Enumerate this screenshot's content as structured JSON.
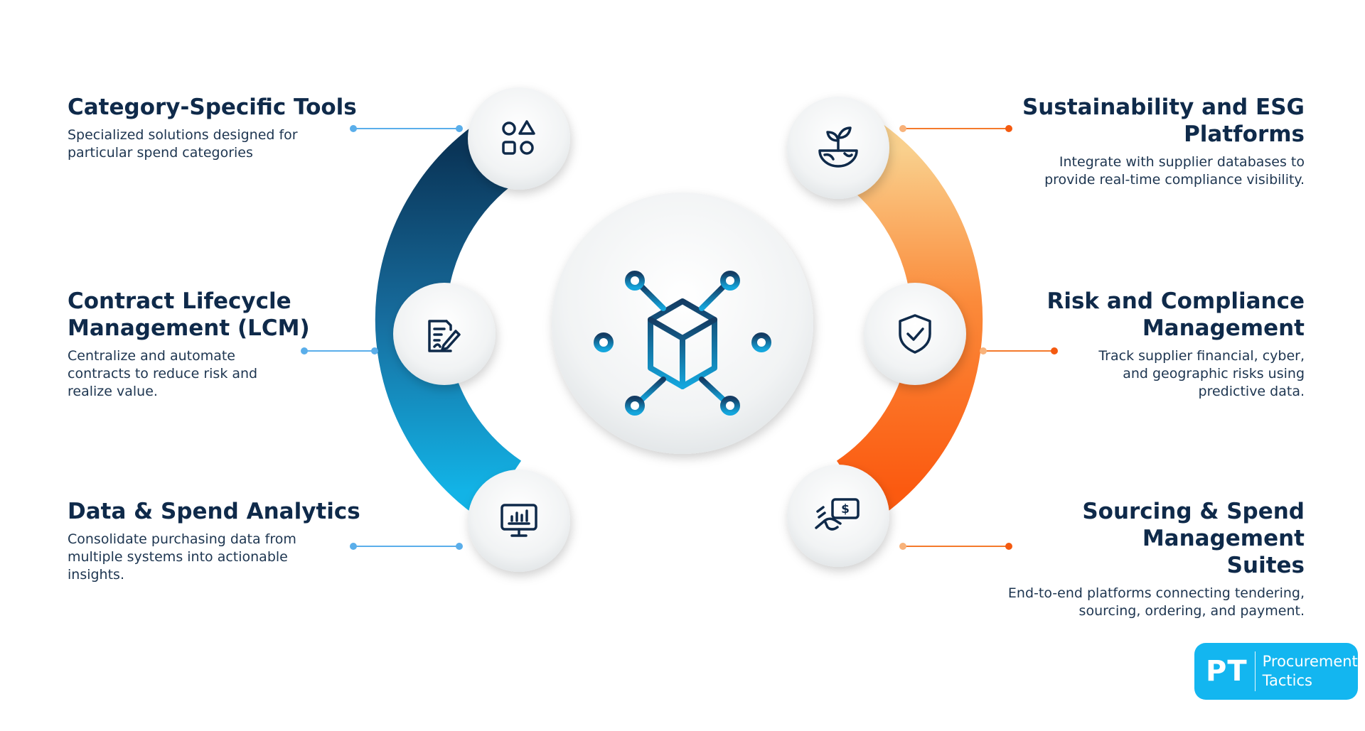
{
  "left_items": [
    {
      "title": "Category-Specific Tools",
      "description": "Specialized solutions designed for particular spend categories",
      "icon": "shapes-icon"
    },
    {
      "title": "Contract Lifecycle Management (LCM)",
      "description": "Centralize and automate contracts to reduce risk and realize value.",
      "icon": "contract-edit-icon"
    },
    {
      "title": "Data & Spend Analytics",
      "description": "Consolidate purchasing data from multiple systems into actionable insights.",
      "icon": "analytics-monitor-icon"
    }
  ],
  "right_items": [
    {
      "title": "Sustainability and ESG Platforms",
      "description": "Integrate with supplier databases to provide real-time compliance visibility.",
      "icon": "sprout-globe-icon"
    },
    {
      "title": "Risk and Compliance Management",
      "description": "Track supplier financial, cyber, and geographic risks using predictive data.",
      "icon": "shield-check-icon"
    },
    {
      "title": "Sourcing & Spend Management Suites",
      "description": "End-to-end platforms connecting tendering, sourcing, ordering, and payment.",
      "icon": "hand-payment-icon"
    }
  ],
  "center": {
    "icon": "network-cube-icon"
  },
  "logo": {
    "mark": "PT",
    "line1": "Procurement",
    "line2": "Tactics"
  },
  "colors": {
    "navy": "#0f2a4a",
    "blue_dark": "#0b3f66",
    "blue_light": "#12b3e6",
    "orange_light": "#f8c27e",
    "orange_dark": "#fb5a10",
    "logo_bg": "#13b6f0",
    "connector_blue": "#5aaeea",
    "connector_orange": "#f47a2c"
  }
}
